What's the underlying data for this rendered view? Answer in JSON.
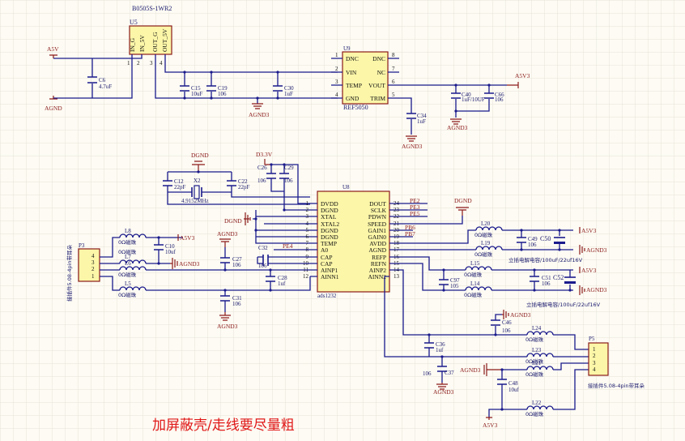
{
  "schematic": {
    "note": "加屏蔽壳/走线要尽量粗",
    "colors": {
      "wire": "#1a1a8c",
      "power": "#8b1a1a",
      "chip_fill": "#fbf6a8",
      "note": "#e01818",
      "grid": "#e6e3da",
      "background": "#fdfbf3"
    },
    "u5": {
      "ref": "U5",
      "part": "B0505S-1WR2",
      "pins": [
        {
          "num": "1",
          "name": "IN_G"
        },
        {
          "num": "2",
          "name": "IN_5V"
        },
        {
          "num": "3",
          "name": "OUT_G"
        },
        {
          "num": "4",
          "name": "OUT_5V"
        }
      ]
    },
    "u9": {
      "ref": "U9",
      "part": "REF5050",
      "left_pins": [
        {
          "num": "1",
          "name": "DNC"
        },
        {
          "num": "2",
          "name": "VIN"
        },
        {
          "num": "3",
          "name": "TEMP"
        },
        {
          "num": "4",
          "name": "GND"
        }
      ],
      "right_pins": [
        {
          "num": "8",
          "name": "DNC"
        },
        {
          "num": "7",
          "name": "NC"
        },
        {
          "num": "6",
          "name": "VOUT"
        },
        {
          "num": "5",
          "name": "TRIM"
        }
      ]
    },
    "u8": {
      "ref": "U8",
      "part": "ads1232",
      "left_pins": [
        {
          "num": "1",
          "name": "DVDD"
        },
        {
          "num": "2",
          "name": "DGND"
        },
        {
          "num": "3",
          "name": "XTAL"
        },
        {
          "num": "4",
          "name": "XTAL2"
        },
        {
          "num": "5",
          "name": "DGND"
        },
        {
          "num": "6",
          "name": "DGND"
        },
        {
          "num": "7",
          "name": "TEMP"
        },
        {
          "num": "8",
          "name": "A0"
        },
        {
          "num": "9",
          "name": "CAP"
        },
        {
          "num": "10",
          "name": "CAP"
        },
        {
          "num": "11",
          "name": "AINP1"
        },
        {
          "num": "12",
          "name": "AINN1"
        }
      ],
      "right_pins": [
        {
          "num": "24",
          "name": "DOUT",
          "net": "PE2"
        },
        {
          "num": "23",
          "name": "SCLK",
          "net": "PE3"
        },
        {
          "num": "22",
          "name": "PDWN",
          "net": "PE5"
        },
        {
          "num": "21",
          "name": "SPEED",
          "net": ""
        },
        {
          "num": "20",
          "name": "GAIN1",
          "net": "PB6"
        },
        {
          "num": "19",
          "name": "GAIN0",
          "net": "PB7"
        },
        {
          "num": "18",
          "name": "AVDD",
          "net": ""
        },
        {
          "num": "17",
          "name": "AGND",
          "net": ""
        },
        {
          "num": "16",
          "name": "REFP",
          "net": ""
        },
        {
          "num": "15",
          "name": "REFN",
          "net": ""
        },
        {
          "num": "14",
          "name": "AINP2",
          "net": ""
        },
        {
          "num": "13",
          "name": "AINN2",
          "net": ""
        }
      ],
      "a0_net": "PE4"
    },
    "p3": {
      "ref": "P3",
      "desc": "接插件5.08-4pin带耳朵",
      "pins": [
        "4",
        "3",
        "2",
        "1"
      ]
    },
    "p5": {
      "ref": "P5",
      "desc": "接插件5.08-4pin带耳朵",
      "pins": [
        "1",
        "2",
        "3",
        "4"
      ]
    },
    "x2": {
      "ref": "X2",
      "value": "4.9152MHz"
    },
    "nets": {
      "a5v": "A5V",
      "agnd": "AGND",
      "agnd3": "AGND3",
      "a5v3": "A5V3",
      "dgnd": "DGND",
      "d33v": "D3.3V"
    },
    "capacitors": [
      {
        "ref": "C6",
        "value": "4.7uF"
      },
      {
        "ref": "C15",
        "value": "10uF"
      },
      {
        "ref": "C19",
        "value": "106"
      },
      {
        "ref": "C30",
        "value": "1uF"
      },
      {
        "ref": "C34",
        "value": "1uF"
      },
      {
        "ref": "C40",
        "value": "1uF/10UF"
      },
      {
        "ref": "C66",
        "value": "106"
      },
      {
        "ref": "C12",
        "value": "22pF"
      },
      {
        "ref": "C22",
        "value": "22pF"
      },
      {
        "ref": "C26",
        "value": "106"
      },
      {
        "ref": "C29",
        "value": "106"
      },
      {
        "ref": "C10",
        "value": "10uf"
      },
      {
        "ref": "C32",
        "value": "106"
      },
      {
        "ref": "C27",
        "value": "106"
      },
      {
        "ref": "C28",
        "value": "1uf"
      },
      {
        "ref": "C31",
        "value": "106"
      },
      {
        "ref": "C49",
        "value": "106"
      },
      {
        "ref": "C50",
        "value": ""
      },
      {
        "ref": "C97",
        "value": "105"
      },
      {
        "ref": "C51",
        "value": "106"
      },
      {
        "ref": "C52",
        "value": ""
      },
      {
        "ref": "C46",
        "value": "106"
      },
      {
        "ref": "C36",
        "value": "1uf"
      },
      {
        "ref": "C37",
        "value": "106"
      },
      {
        "ref": "C48",
        "value": "10uf"
      }
    ],
    "inductors": [
      {
        "ref": "L8",
        "value": "0Ω磁珠"
      },
      {
        "ref": "L7",
        "value": "0Ω磁珠"
      },
      {
        "ref": "L6",
        "value": "0Ω磁珠"
      },
      {
        "ref": "L5",
        "value": "0Ω磁珠"
      },
      {
        "ref": "L20",
        "value": "0Ω磁珠"
      },
      {
        "ref": "L19",
        "value": "0Ω磁珠"
      },
      {
        "ref": "L15",
        "value": "0Ω磁珠"
      },
      {
        "ref": "L14",
        "value": "0Ω磁珠"
      },
      {
        "ref": "L24",
        "value": "0Ω磁珠"
      },
      {
        "ref": "L23",
        "value": "0Ω磁珠"
      },
      {
        "ref": "L21",
        "value": "0Ω磁珠"
      },
      {
        "ref": "L22",
        "value": "0Ω磁珠"
      }
    ],
    "electrolytic_note": "立插电解电容/100uF/22uf16V"
  }
}
